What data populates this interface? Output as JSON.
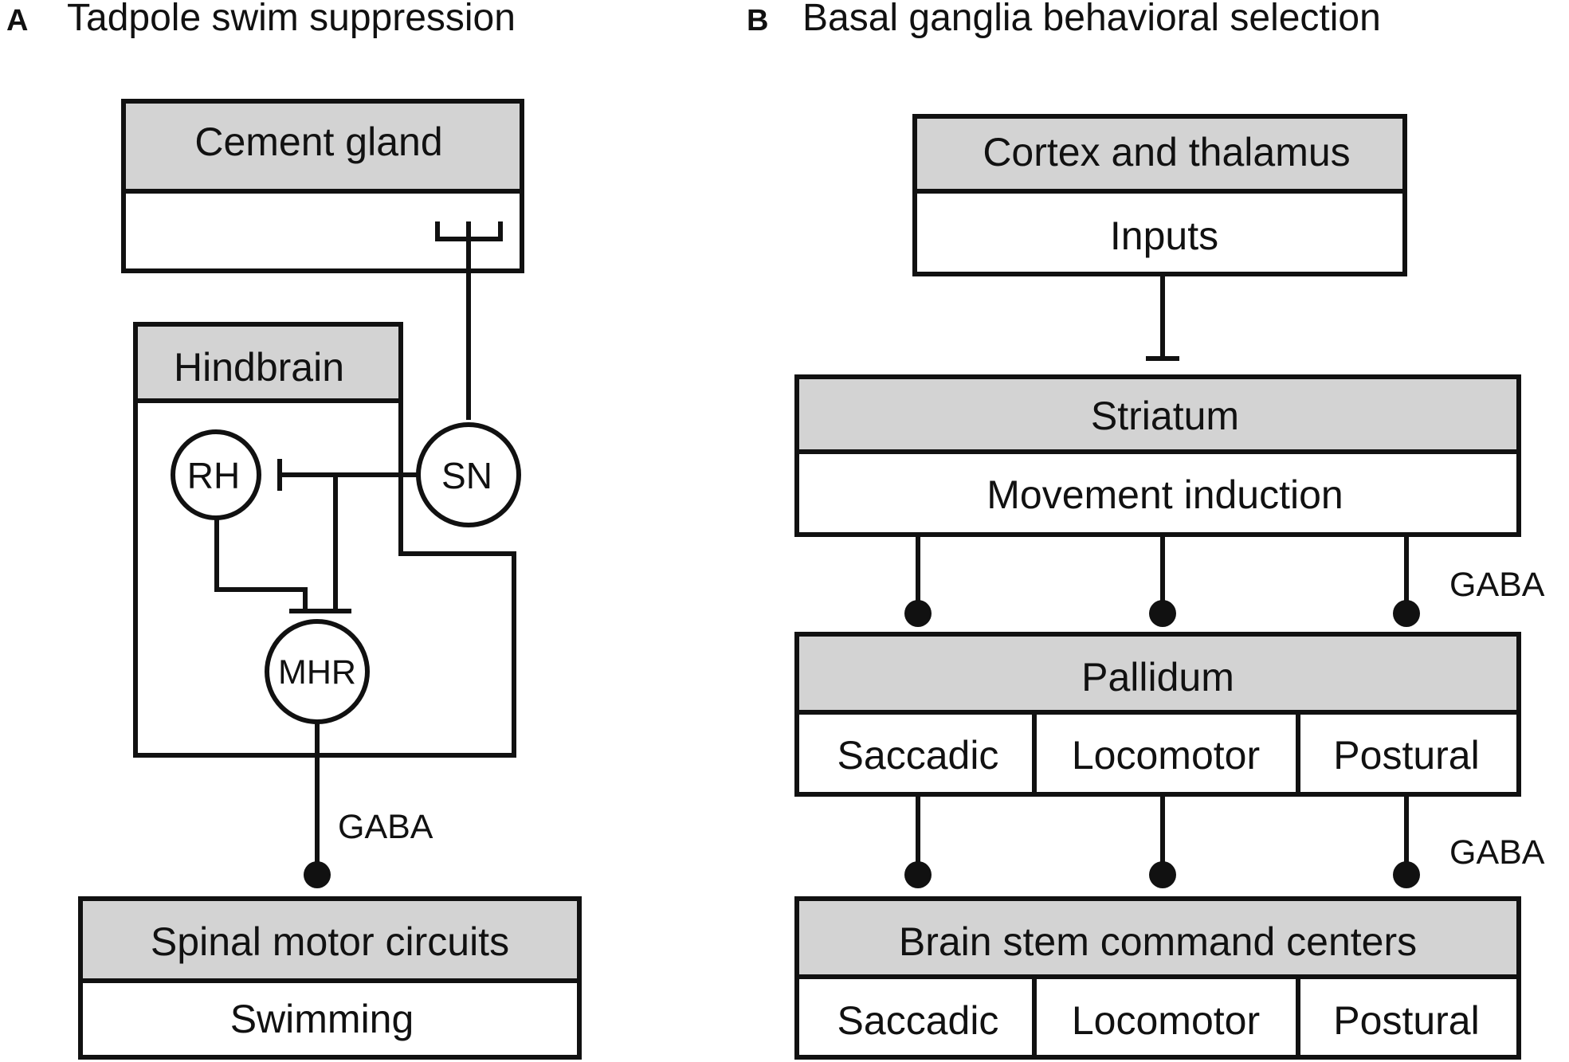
{
  "panels": {
    "a": {
      "letter": "A",
      "title": "Tadpole swim suppression",
      "cement_gland": "Cement gland",
      "hindbrain": "Hindbrain",
      "neurons": {
        "rh": "RH",
        "sn": "SN",
        "mhr": "MHR"
      },
      "gaba": "GABA",
      "spinal_header": "Spinal motor circuits",
      "spinal_body": "Swimming"
    },
    "b": {
      "letter": "B",
      "title": "Basal ganglia behavioral selection",
      "cortex_header": "Cortex and thalamus",
      "cortex_body": "Inputs",
      "striatum_header": "Striatum",
      "striatum_body": "Movement induction",
      "gaba_1": "GABA",
      "pallidum_header": "Pallidum",
      "pallidum_cells": [
        "Saccadic",
        "Locomotor",
        "Postural"
      ],
      "gaba_2": "GABA",
      "brainstem_header": "Brain stem command centers",
      "brainstem_cells": [
        "Saccadic",
        "Locomotor",
        "Postural"
      ]
    }
  },
  "colors": {
    "header_fill": "#d3d3d3",
    "body_fill": "#ffffff",
    "stroke": "#111111"
  }
}
